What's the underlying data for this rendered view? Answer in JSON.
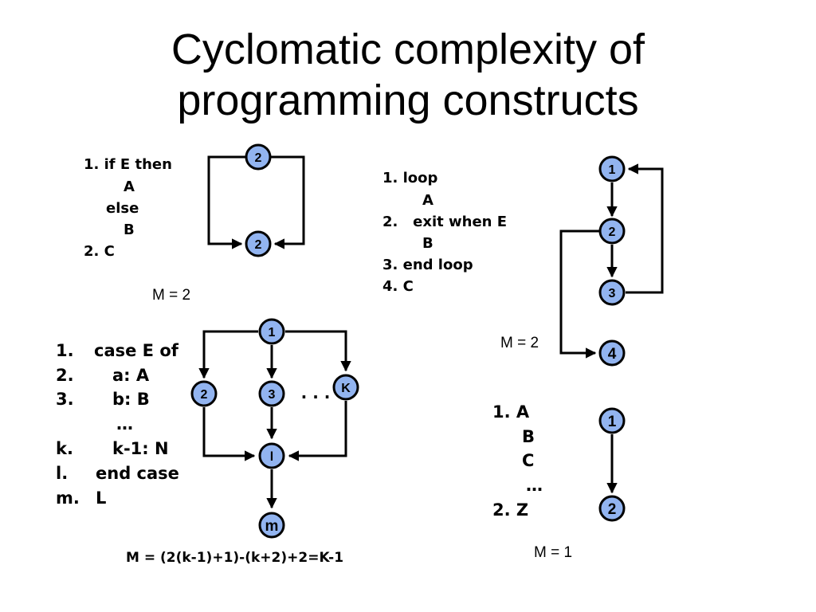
{
  "title": {
    "line1": "Cyclomatic complexity of",
    "line2": "programming constructs"
  },
  "if_construct": {
    "code": [
      "1. if E then",
      "A",
      "else",
      "B",
      "2. C"
    ],
    "nodes": [
      "2",
      "2"
    ],
    "metric": "M = 2"
  },
  "loop_construct": {
    "code": [
      "1. loop",
      "A",
      "2.   exit when E",
      "B",
      "3. end loop",
      "4. C"
    ],
    "nodes": [
      "1",
      "2",
      "3",
      "4"
    ],
    "metric": "M = 2"
  },
  "case_construct": {
    "code": [
      "1.",
      "case E of",
      "2.",
      "a: A",
      "3.",
      "b: B",
      "…",
      "k.",
      "k-1: N",
      "l.",
      "end case",
      "m.",
      "L"
    ],
    "nodes": [
      "1",
      "2",
      "3",
      "K",
      "l",
      "m"
    ],
    "ellipsis": ". . .",
    "metric": "M = (2(k-1)+1)-(k+2)+2=K-1"
  },
  "sequence_construct": {
    "code": [
      "1. A",
      "B",
      "C",
      "…",
      "2. Z"
    ],
    "nodes": [
      "1",
      "2"
    ],
    "metric": "M = 1"
  }
}
